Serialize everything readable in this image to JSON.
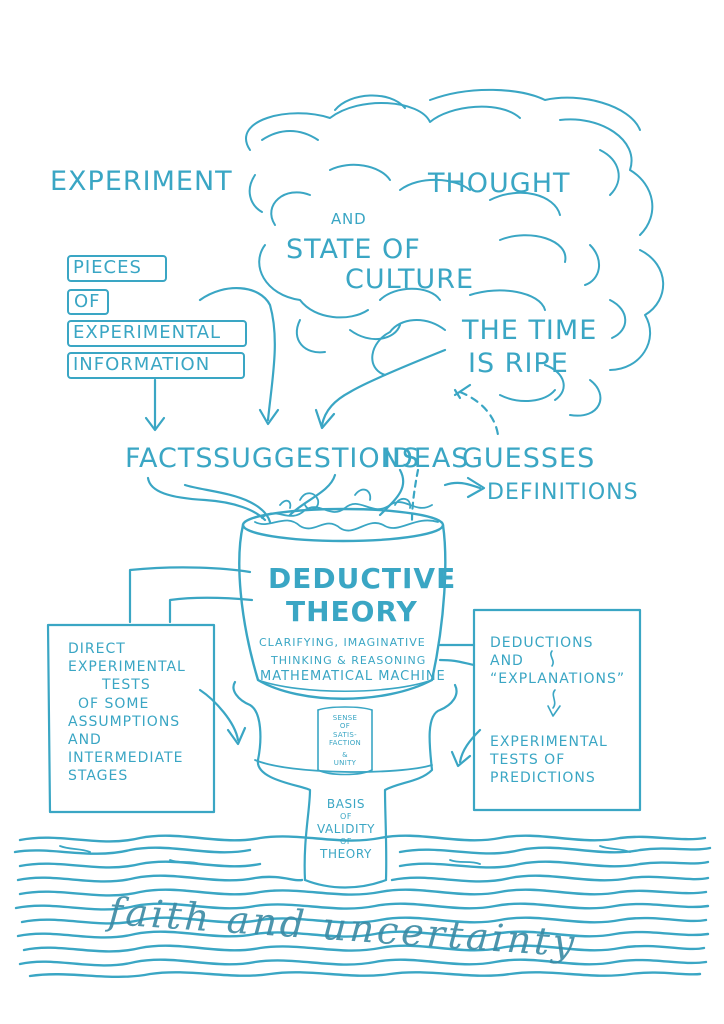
{
  "colors": {
    "ink": "#3aa6c4",
    "paper": "#ffffff"
  },
  "labels": {
    "experiment": "EXPERIMENT",
    "thought": "THOUGHT",
    "and": "AND",
    "state_of": "STATE OF",
    "culture": "CULTURE",
    "time_ripe_1": "THE TIME",
    "time_ripe_2": "IS RIPE",
    "pieces": [
      "PIECES",
      "OF",
      "EXPERIMENTAL",
      "INFORMATION"
    ],
    "facts": "FACTS",
    "suggestions": "SUGGESTIONS",
    "ideas": "IDEAS",
    "guesses": "GUESSES",
    "definitions": "DEFINITIONS",
    "deductive": "DEDUCTIVE",
    "theory": "THEORY",
    "clarifying": "CLARIFYING, IMAGINATIVE",
    "thinking": "THINKING & REASONING",
    "machine": "MATHEMATICAL MACHINE",
    "sense": [
      "SENSE",
      "OF",
      "SATIS-",
      "FACTION",
      "&",
      "UNITY"
    ],
    "basis": [
      "BASIS",
      "OF",
      "VALIDITY",
      "OF",
      "THEORY"
    ],
    "left_box": [
      "DIRECT",
      "EXPERIMENTAL",
      "TESTS",
      "OF SOME",
      "ASSUMPTIONS",
      "AND",
      "INTERMEDIATE",
      "STAGES"
    ],
    "right_box_top": [
      "DEDUCTIONS",
      "AND",
      "“EXPLANATIONS”"
    ],
    "right_box_bottom": [
      "EXPERIMENTAL",
      "TESTS OF",
      "PREDICTIONS"
    ],
    "water_script": "faith and uncertainty"
  }
}
